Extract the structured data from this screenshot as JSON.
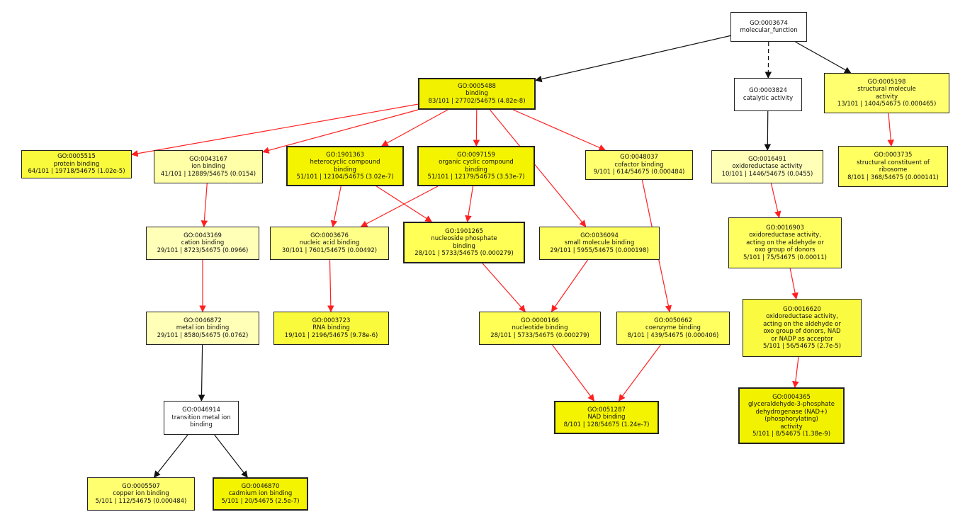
{
  "colors": {
    "red_edge": "#ff2020",
    "black_edge": "#111111"
  },
  "nodes": [
    {
      "id": "mf",
      "lines": [
        "GO:0003674",
        "molecular_function"
      ],
      "fill": "#ffffff"
    },
    {
      "id": "binding",
      "lines": [
        "GO:0005488",
        "binding",
        "83/101 | 27702/54675 (4.82e-8)"
      ],
      "fill": "#f2f200"
    },
    {
      "id": "catalytic",
      "lines": [
        "GO:0003824",
        "catalytic activity"
      ],
      "fill": "#ffffff"
    },
    {
      "id": "structmol",
      "lines": [
        "GO:0005198",
        "structural molecule",
        "activity",
        "13/101 | 1404/54675 (0.000465)"
      ],
      "fill": "#ffff70"
    },
    {
      "id": "protein",
      "lines": [
        "GO:0005515",
        "protein binding",
        "64/101 | 19718/54675 (1.02e-5)"
      ],
      "fill": "#fafa3c"
    },
    {
      "id": "ion",
      "lines": [
        "GO:0043167",
        "ion binding",
        "41/101 | 12889/54675 (0.0154)"
      ],
      "fill": "#ffffa8"
    },
    {
      "id": "hetero",
      "lines": [
        "GO:1901363",
        "heterocyclic compound",
        "binding",
        "51/101 | 12104/54675 (3.02e-7)"
      ],
      "fill": "#f4f400"
    },
    {
      "id": "organic",
      "lines": [
        "GO:0097159",
        "organic cyclic compound",
        "binding",
        "51/101 | 12179/54675 (3.53e-7)"
      ],
      "fill": "#f4f400"
    },
    {
      "id": "cofactor",
      "lines": [
        "GO:0048037",
        "cofactor binding",
        "9/101 | 614/54675 (0.000484)"
      ],
      "fill": "#ffff70"
    },
    {
      "id": "oxido",
      "lines": [
        "GO:0016491",
        "oxidoreductase activity",
        "10/101 | 1446/54675 (0.0455)"
      ],
      "fill": "#ffffb8"
    },
    {
      "id": "structrib",
      "lines": [
        "GO:0003735",
        "structural constituent of",
        "ribosome",
        "8/101 | 368/54675 (0.000141)"
      ],
      "fill": "#ffff60"
    },
    {
      "id": "cation",
      "lines": [
        "GO:0043169",
        "cation binding",
        "29/101 | 8723/54675 (0.0966)"
      ],
      "fill": "#ffffb8"
    },
    {
      "id": "nucleic",
      "lines": [
        "GO:0003676",
        "nucleic acid binding",
        "30/101 | 7601/54675 (0.00492)"
      ],
      "fill": "#ffff88"
    },
    {
      "id": "nucphos",
      "lines": [
        "GO:1901265",
        "nucleoside phosphate",
        "binding",
        "28/101 | 5733/54675 (0.000279)"
      ],
      "fill": "#ffff55"
    },
    {
      "id": "smallmol",
      "lines": [
        "GO:0036094",
        "small molecule binding",
        "29/101 | 5955/54675 (0.000198)"
      ],
      "fill": "#ffff60"
    },
    {
      "id": "oxald",
      "lines": [
        "GO:0016903",
        "oxidoreductase activity,",
        "acting on the aldehyde or",
        "oxo group of donors",
        "5/101 | 75/54675 (0.00011)"
      ],
      "fill": "#ffff60"
    },
    {
      "id": "metal",
      "lines": [
        "GO:0046872",
        "metal ion binding",
        "29/101 | 8580/54675 (0.0762)"
      ],
      "fill": "#ffffb8"
    },
    {
      "id": "rna",
      "lines": [
        "GO:0003723",
        "RNA binding",
        "19/101 | 2196/54675 (9.78e-6)"
      ],
      "fill": "#fafa3c"
    },
    {
      "id": "nucleotide",
      "lines": [
        "GO:0000166",
        "nucleotide binding",
        "28/101 | 5733/54675 (0.000279)"
      ],
      "fill": "#ffff55"
    },
    {
      "id": "coenzyme",
      "lines": [
        "GO:0050662",
        "coenzyme binding",
        "8/101 | 439/54675 (0.000406)"
      ],
      "fill": "#ffff60"
    },
    {
      "id": "oxnad",
      "lines": [
        "GO:0016620",
        "oxidoreductase activity,",
        "acting on the aldehyde or",
        "oxo group of donors, NAD",
        "or NADP as acceptor",
        "5/101 | 56/54675 (2.7e-5)"
      ],
      "fill": "#fafa40"
    },
    {
      "id": "transition",
      "lines": [
        "GO:0046914",
        "transition metal ion",
        "binding"
      ],
      "fill": "#ffffff"
    },
    {
      "id": "nad",
      "lines": [
        "GO:0051287",
        "NAD binding",
        "8/101 | 128/54675 (1.24e-7)"
      ],
      "fill": "#f4f400"
    },
    {
      "id": "gapdh",
      "lines": [
        "GO:0004365",
        "glyceraldehyde-3-phosphate",
        "dehydrogenase (NAD+)",
        "(phosphorylating)",
        "activity",
        "5/101 | 8/54675 (1.38e-9)"
      ],
      "fill": "#f2f200"
    },
    {
      "id": "copper",
      "lines": [
        "GO:0005507",
        "copper ion binding",
        "5/101 | 112/54675 (0.000484)"
      ],
      "fill": "#ffff70"
    },
    {
      "id": "cadmium",
      "lines": [
        "GO:0046870",
        "cadmium ion binding",
        "5/101 | 20/54675 (2.5e-7)"
      ],
      "fill": "#f4f400"
    }
  ],
  "edges": [
    {
      "from": "mf",
      "to": "binding",
      "kind": "black"
    },
    {
      "from": "mf",
      "to": "catalytic",
      "kind": "dashed"
    },
    {
      "from": "mf",
      "to": "structmol",
      "kind": "black"
    },
    {
      "from": "binding",
      "to": "protein",
      "kind": "red"
    },
    {
      "from": "binding",
      "to": "ion",
      "kind": "red"
    },
    {
      "from": "binding",
      "to": "hetero",
      "kind": "red"
    },
    {
      "from": "binding",
      "to": "organic",
      "kind": "red"
    },
    {
      "from": "binding",
      "to": "cofactor",
      "kind": "red"
    },
    {
      "from": "binding",
      "to": "smallmol",
      "kind": "red"
    },
    {
      "from": "catalytic",
      "to": "oxido",
      "kind": "black"
    },
    {
      "from": "structmol",
      "to": "structrib",
      "kind": "red"
    },
    {
      "from": "ion",
      "to": "cation",
      "kind": "red"
    },
    {
      "from": "hetero",
      "to": "nucleic",
      "kind": "red"
    },
    {
      "from": "hetero",
      "to": "nucphos",
      "kind": "red"
    },
    {
      "from": "organic",
      "to": "nucleic",
      "kind": "red"
    },
    {
      "from": "organic",
      "to": "nucphos",
      "kind": "red"
    },
    {
      "from": "oxido",
      "to": "oxald",
      "kind": "red"
    },
    {
      "from": "cation",
      "to": "metal",
      "kind": "red"
    },
    {
      "from": "nucleic",
      "to": "rna",
      "kind": "red"
    },
    {
      "from": "nucphos",
      "to": "nucleotide",
      "kind": "red"
    },
    {
      "from": "smallmol",
      "to": "nucleotide",
      "kind": "red"
    },
    {
      "from": "cofactor",
      "to": "coenzyme",
      "kind": "red"
    },
    {
      "from": "oxald",
      "to": "oxnad",
      "kind": "red"
    },
    {
      "from": "metal",
      "to": "transition",
      "kind": "black"
    },
    {
      "from": "nucleotide",
      "to": "nad",
      "kind": "red"
    },
    {
      "from": "coenzyme",
      "to": "nad",
      "kind": "red"
    },
    {
      "from": "oxnad",
      "to": "gapdh",
      "kind": "red"
    },
    {
      "from": "transition",
      "to": "copper",
      "kind": "black"
    },
    {
      "from": "transition",
      "to": "cadmium",
      "kind": "black"
    }
  ]
}
